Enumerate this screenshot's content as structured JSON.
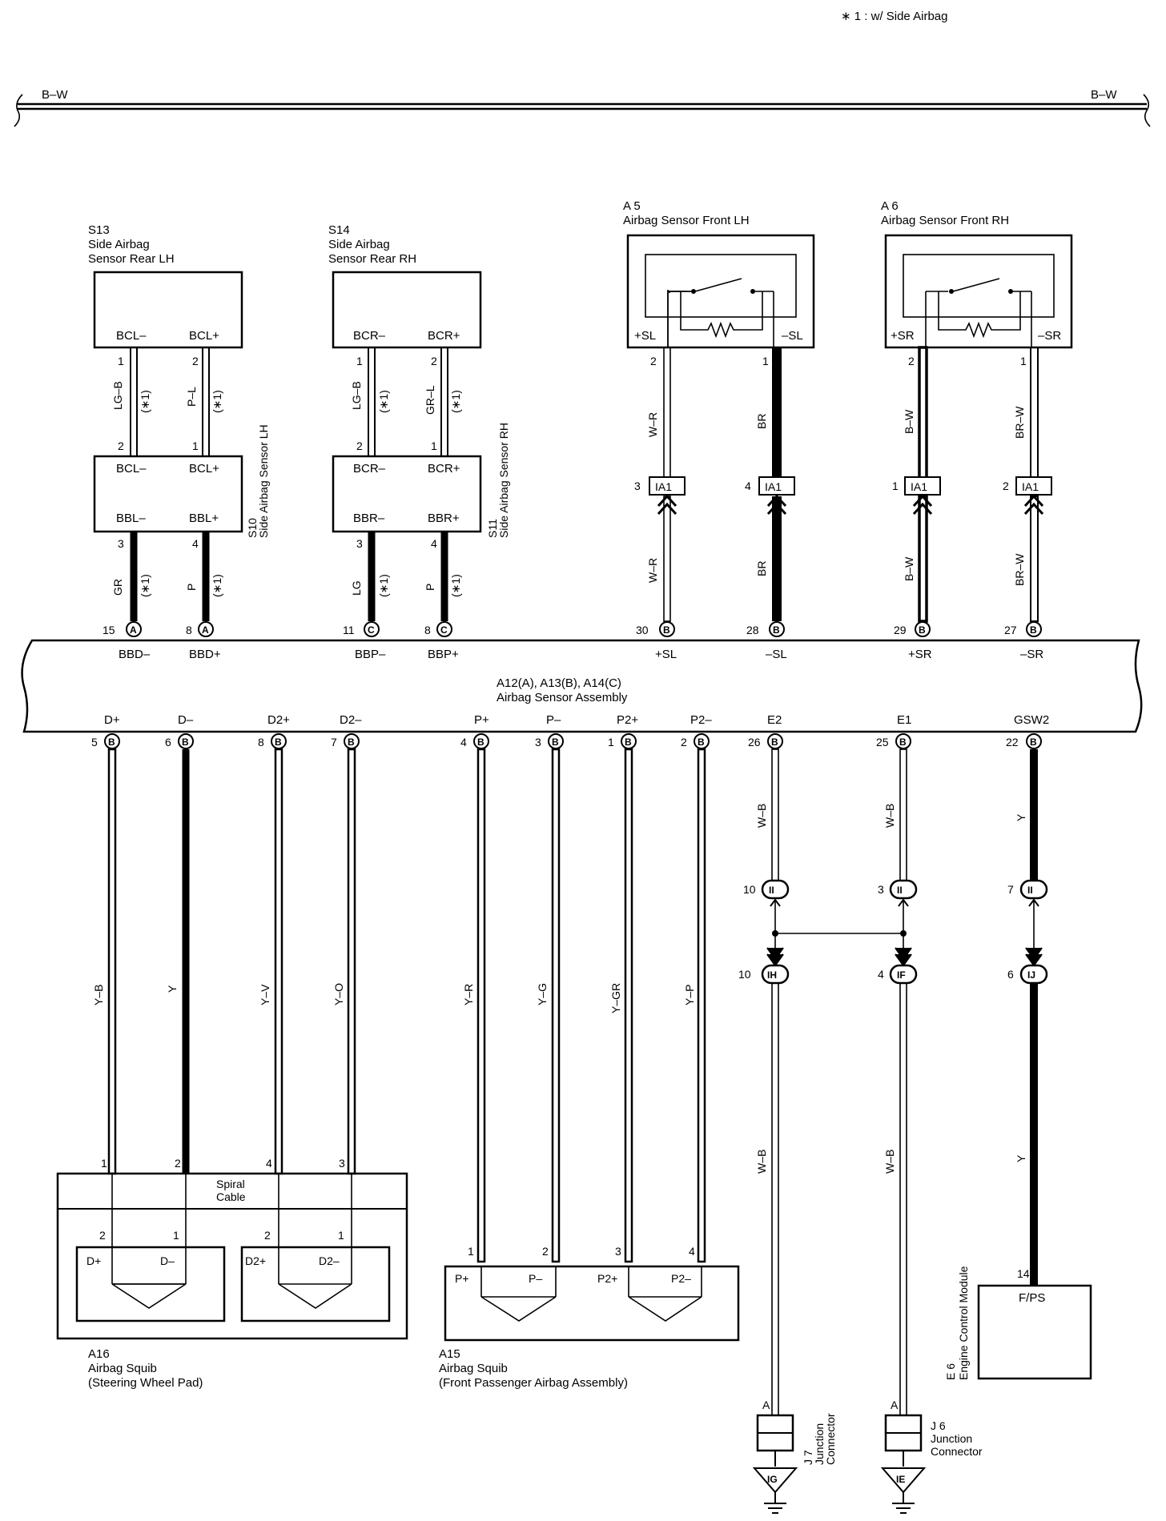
{
  "legend_note": "∗ 1 : w/ Side Airbag",
  "bus": {
    "left": "B–W",
    "right": "B–W"
  },
  "sensors_side": [
    {
      "id": "S13",
      "name1": "Side Airbag",
      "name2": "Sensor Rear LH",
      "t1": "BCL–",
      "t2": "BCL+",
      "pin1": "1",
      "pin2": "2",
      "w1": "LG–B",
      "w2": "P–L",
      "mid_pin1": "2",
      "mid_pin2": "1"
    },
    {
      "id": "S14",
      "name1": "Side Airbag",
      "name2": "Sensor Rear RH",
      "t1": "BCR–",
      "t2": "BCR+",
      "pin1": "1",
      "pin2": "2",
      "w1": "LG–B",
      "w2": "GR–L",
      "mid_pin1": "2",
      "mid_pin2": "1"
    }
  ],
  "sensors_mid": [
    {
      "id": "S10",
      "name": "Side Airbag Sensor LH",
      "t1": "BCL–",
      "t2": "BCL+",
      "t3": "BBL–",
      "t4": "BBL+",
      "pin3": "3",
      "pin4": "4",
      "w3": "GR",
      "w4": "P"
    },
    {
      "id": "S11",
      "name": "Side Airbag Sensor RH",
      "t1": "BCR–",
      "t2": "BCR+",
      "t3": "BBR–",
      "t4": "BBR+",
      "pin3": "3",
      "pin4": "4",
      "w3": "LG",
      "w4": "P"
    }
  ],
  "star1": "(∗1)",
  "front_sensors": [
    {
      "id": "A 5",
      "name": "Airbag Sensor Front LH",
      "tl": "+SL",
      "tr": "–SL",
      "pl": "2",
      "pr": "1",
      "wl": "W–R",
      "wr": "BR",
      "cl": "IA1",
      "cr": "IA1",
      "cpl": "3",
      "cpr": "4"
    },
    {
      "id": "A 6",
      "name": "Airbag Sensor Front RH",
      "tl": "+SR",
      "tr": "–SR",
      "pl": "2",
      "pr": "1",
      "wl": "B–W",
      "wr": "BR–W",
      "cl": "IA1",
      "cr": "IA1",
      "cpl": "1",
      "cpr": "2"
    }
  ],
  "assembly": {
    "title1": "A12(A), A13(B), A14(C)",
    "title2": "Airbag Sensor Assembly",
    "top_pins": [
      {
        "pin": "15",
        "c": "A",
        "name": "BBD–"
      },
      {
        "pin": "8",
        "c": "A",
        "name": "BBD+"
      },
      {
        "pin": "11",
        "c": "C",
        "name": "BBP–"
      },
      {
        "pin": "8",
        "c": "C",
        "name": "BBP+"
      },
      {
        "pin": "30",
        "c": "B",
        "name": "+SL"
      },
      {
        "pin": "28",
        "c": "B",
        "name": "–SL"
      },
      {
        "pin": "29",
        "c": "B",
        "name": "+SR"
      },
      {
        "pin": "27",
        "c": "B",
        "name": "–SR"
      }
    ],
    "bottom_pins": [
      {
        "pin": "5",
        "c": "B",
        "name": "D+",
        "wire": "Y–B"
      },
      {
        "pin": "6",
        "c": "B",
        "name": "D–",
        "wire": "Y"
      },
      {
        "pin": "8",
        "c": "B",
        "name": "D2+",
        "wire": "Y–V"
      },
      {
        "pin": "7",
        "c": "B",
        "name": "D2–",
        "wire": "Y–O"
      },
      {
        "pin": "4",
        "c": "B",
        "name": "P+",
        "wire": "Y–R"
      },
      {
        "pin": "3",
        "c": "B",
        "name": "P–",
        "wire": "Y–G"
      },
      {
        "pin": "1",
        "c": "B",
        "name": "P2+",
        "wire": "Y–GR"
      },
      {
        "pin": "2",
        "c": "B",
        "name": "P2–",
        "wire": "Y–P"
      },
      {
        "pin": "26",
        "c": "B",
        "name": "E2",
        "wire": "W–B"
      },
      {
        "pin": "25",
        "c": "B",
        "name": "E1",
        "wire": "W–B"
      },
      {
        "pin": "22",
        "c": "B",
        "name": "GSW2",
        "wire": "Y"
      }
    ]
  },
  "spiral": {
    "title1": "Spiral",
    "title2": "Cable",
    "p1": "1",
    "p2": "2",
    "p4": "4",
    "p3": "3",
    "a": "2",
    "b": "1",
    "c": "2",
    "d": "1",
    "s1": "D+",
    "s2": "D–",
    "s3": "D2+",
    "s4": "D2–"
  },
  "a16": {
    "id": "A16",
    "name1": "Airbag Squib",
    "name2": "(Steering Wheel Pad)"
  },
  "a15": {
    "id": "A15",
    "name1": "Airbag Squib",
    "name2": "(Front Passenger Airbag Assembly)",
    "p1": "1",
    "p2": "2",
    "p3": "3",
    "p4": "4",
    "s1": "P+",
    "s2": "P–",
    "s3": "P2+",
    "s4": "P2–"
  },
  "ground_conns": [
    {
      "pin_top": "10",
      "c_top": "II",
      "pin_bot": "10",
      "c_bot": "IH",
      "wire": "W–B"
    },
    {
      "pin_top": "3",
      "c_top": "II",
      "pin_bot": "4",
      "c_bot": "IF",
      "wire": "W–B"
    },
    {
      "pin_top": "7",
      "c_top": "II",
      "pin_bot": "6",
      "c_bot": "IJ",
      "wire": "Y"
    }
  ],
  "ecm": {
    "id": "E 6",
    "name": "Engine Control Module",
    "pin": "14",
    "term": "F/PS"
  },
  "j7": {
    "pin": "A",
    "id": "J 7",
    "name1": "Junction",
    "name2": "Connector",
    "ground": "IG"
  },
  "j6": {
    "pin": "A",
    "id": "J 6",
    "name1": "Junction",
    "name2": "Connector",
    "ground": "IE"
  }
}
